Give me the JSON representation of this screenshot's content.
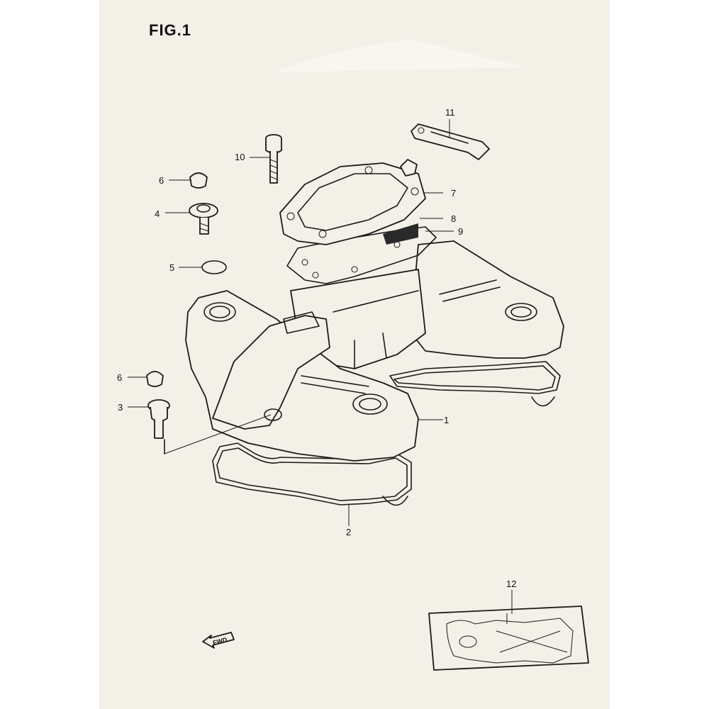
{
  "figure": {
    "title": "FIG.1",
    "fwd_label": "FWD",
    "callouts": [
      {
        "id": "c11",
        "label": "11"
      },
      {
        "id": "c10",
        "label": "10"
      },
      {
        "id": "c6a",
        "label": "6"
      },
      {
        "id": "c7",
        "label": "7"
      },
      {
        "id": "c4",
        "label": "4"
      },
      {
        "id": "c8",
        "label": "8"
      },
      {
        "id": "c9",
        "label": "9"
      },
      {
        "id": "c5",
        "label": "5"
      },
      {
        "id": "c6b",
        "label": "6"
      },
      {
        "id": "c3",
        "label": "3"
      },
      {
        "id": "c1",
        "label": "1"
      },
      {
        "id": "c2",
        "label": "2"
      },
      {
        "id": "c12",
        "label": "12"
      }
    ]
  },
  "colors": {
    "paper": "#f2f0e7",
    "ink": "#1a1a1a"
  }
}
